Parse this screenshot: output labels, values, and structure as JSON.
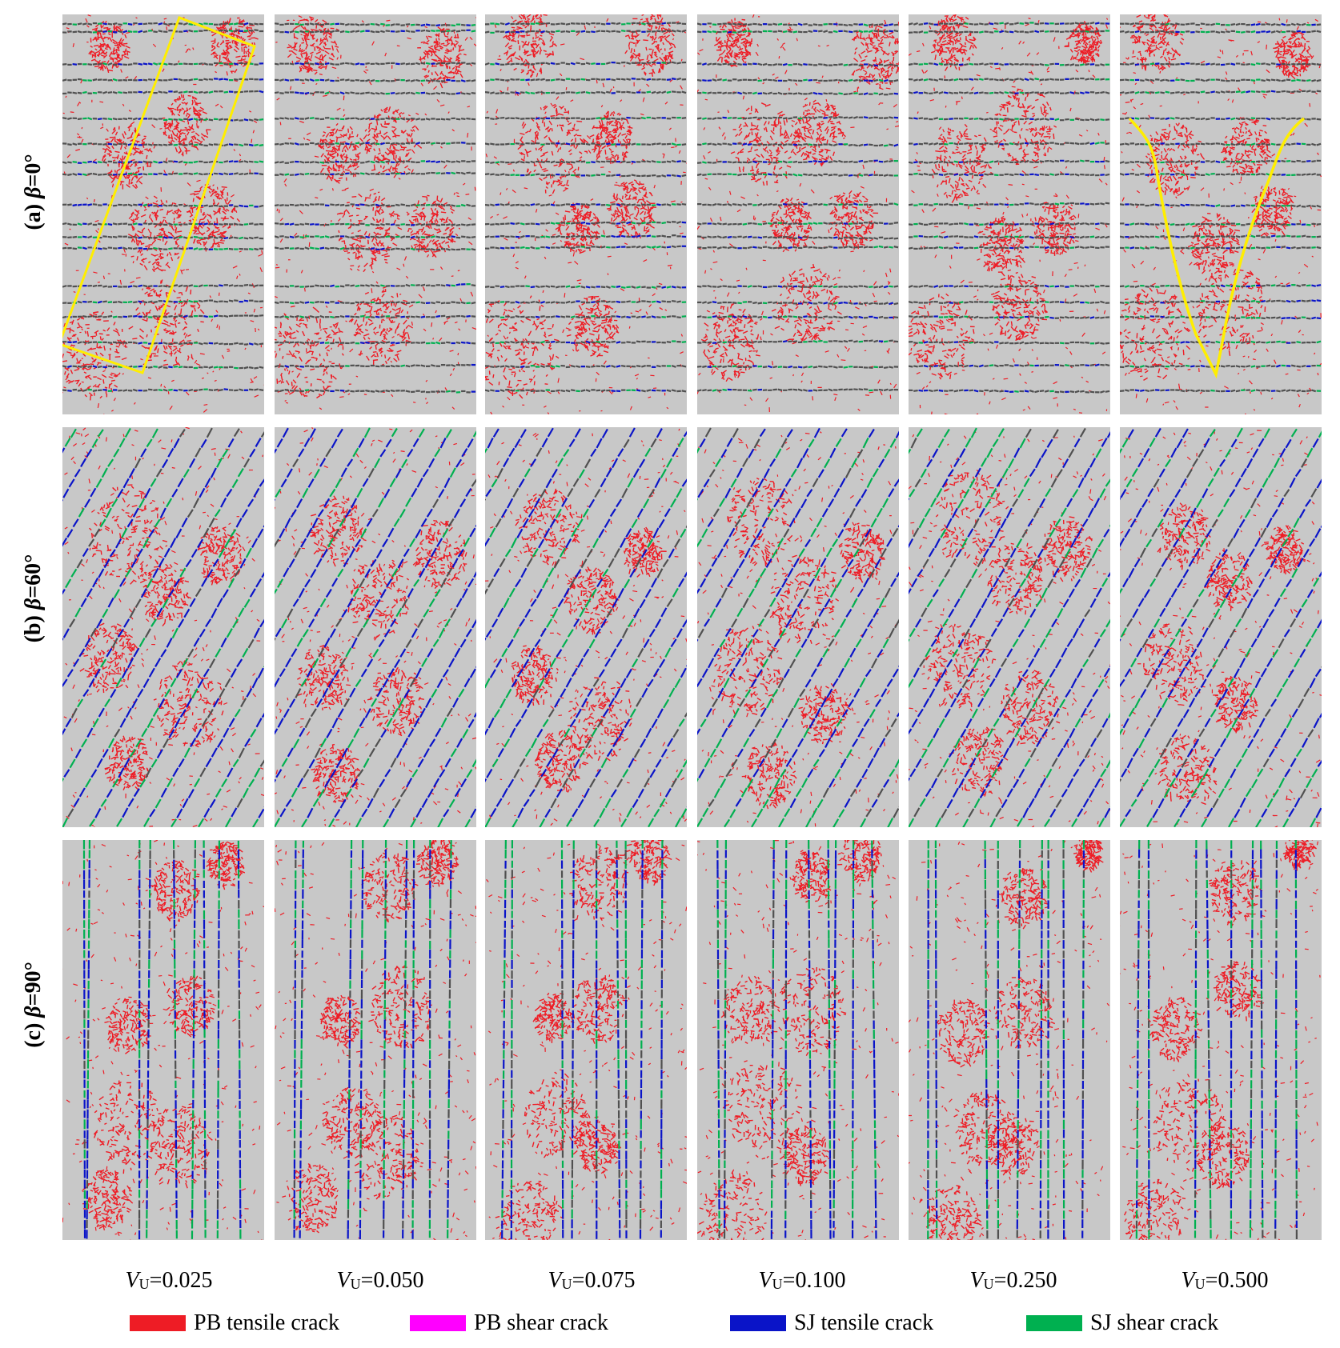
{
  "rows": [
    {
      "prefix": "(a) ",
      "beta": "β",
      "suffix": "=0°",
      "joint_angle_deg": 0
    },
    {
      "prefix": "(b) ",
      "beta": "β",
      "suffix": "=60°",
      "joint_angle_deg": 60
    },
    {
      "prefix": "(c) ",
      "beta": "β",
      "suffix": "=90°",
      "joint_angle_deg": 90
    }
  ],
  "columns": [
    {
      "v": "V",
      "sub": "U",
      "value": "=0.025"
    },
    {
      "v": "V",
      "sub": "U",
      "value": "=0.050"
    },
    {
      "v": "V",
      "sub": "U",
      "value": "=0.075"
    },
    {
      "v": "V",
      "sub": "U",
      "value": "=0.100"
    },
    {
      "v": "V",
      "sub": "U",
      "value": "=0.250"
    },
    {
      "v": "V",
      "sub": "U",
      "value": "=0.500"
    }
  ],
  "legend": [
    {
      "label": "PB tensile crack",
      "color": "#ee1c25"
    },
    {
      "label": "PB shear crack",
      "color": "#ff00ff"
    },
    {
      "label": "SJ tensile crack",
      "color": "#0a14c8"
    },
    {
      "label": "SJ shear crack",
      "color": "#00b050"
    }
  ],
  "colors": {
    "specimen": "#c8c8c8",
    "pb_tensile": "#ee1c25",
    "sj_tensile": "#0a14c8",
    "sj_shear": "#00b050",
    "joint_line": "#505050",
    "annotation": "#ffee00"
  }
}
